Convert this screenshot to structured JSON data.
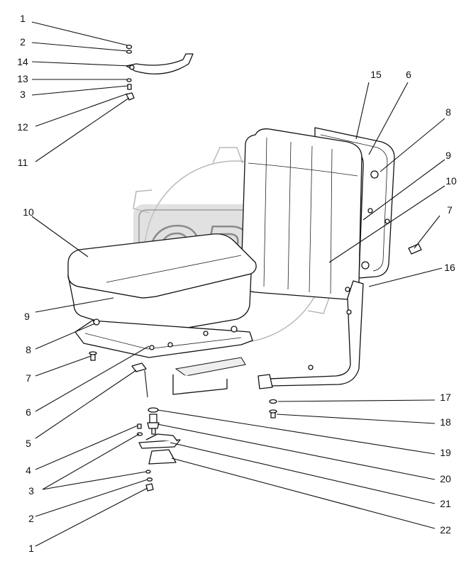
{
  "diagram": {
    "watermark_text": "OPEX",
    "callouts": [
      {
        "label": "1"
      },
      {
        "label": "2"
      },
      {
        "label": "14"
      },
      {
        "label": "13"
      },
      {
        "label": "3"
      },
      {
        "label": "12"
      },
      {
        "label": "11"
      },
      {
        "label": "15"
      },
      {
        "label": "6"
      },
      {
        "label": "8"
      },
      {
        "label": "9"
      },
      {
        "label": "10"
      },
      {
        "label": "10"
      },
      {
        "label": "7"
      },
      {
        "label": "16"
      },
      {
        "label": "9"
      },
      {
        "label": "8"
      },
      {
        "label": "7"
      },
      {
        "label": "6"
      },
      {
        "label": "5"
      },
      {
        "label": "17"
      },
      {
        "label": "18"
      },
      {
        "label": "19"
      },
      {
        "label": "20"
      },
      {
        "label": "21"
      },
      {
        "label": "22"
      },
      {
        "label": "4"
      },
      {
        "label": "3"
      },
      {
        "label": "2"
      },
      {
        "label": "1"
      }
    ]
  }
}
